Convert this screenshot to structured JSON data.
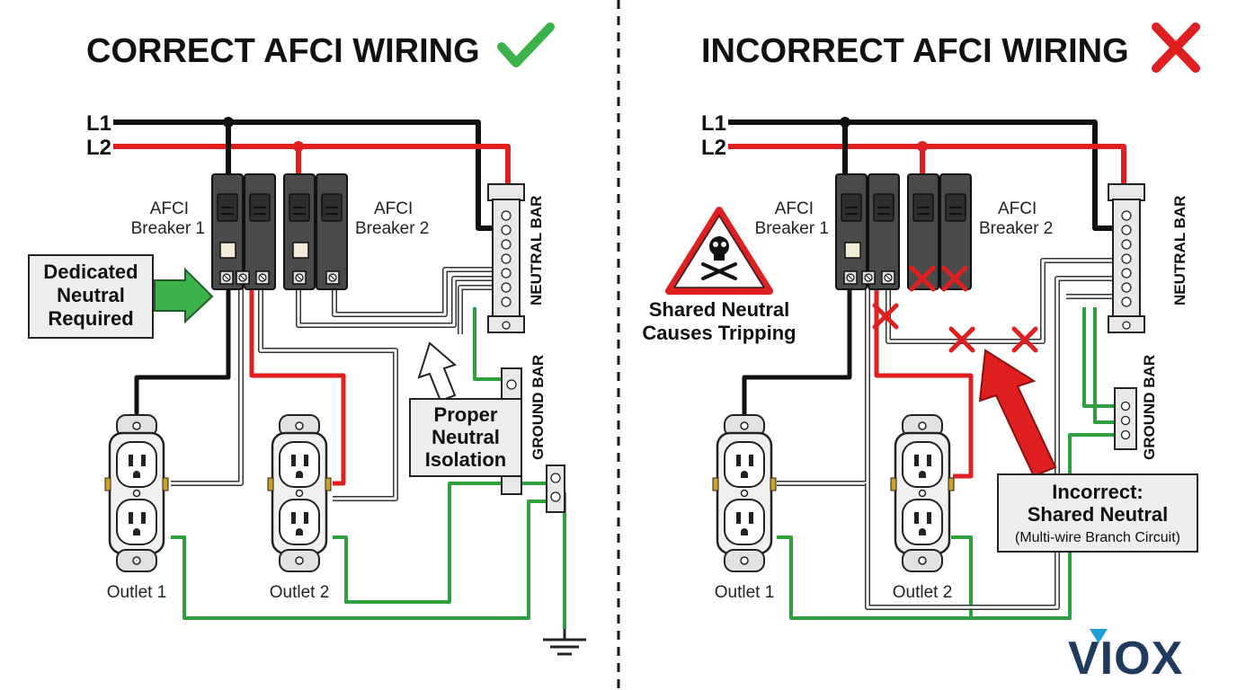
{
  "left": {
    "title": "CORRECT AFCI WIRING",
    "bus_l1": "L1",
    "bus_l2": "L2",
    "breaker1_line1": "AFCI",
    "breaker1_line2": "Breaker 1",
    "breaker2_line1": "AFCI",
    "breaker2_line2": "Breaker 2",
    "neutral_bar": "NEUTRAL BAR",
    "ground_bar": "GROUND BAR",
    "callout_dedicated": [
      "Dedicated",
      "Neutral",
      "Required"
    ],
    "callout_isolation": [
      "Proper",
      "Neutral",
      "Isolation"
    ],
    "outlet1": "Outlet 1",
    "outlet2": "Outlet 2"
  },
  "right": {
    "title": "INCORRECT AFCI WIRING",
    "bus_l1": "L1",
    "bus_l2": "L2",
    "breaker1_line1": "AFCI",
    "breaker1_line2": "Breaker 1",
    "breaker2_line1": "AFCI",
    "breaker2_line2": "Breaker 2",
    "neutral_bar": "NEUTRAL BAR",
    "ground_bar": "GROUND BAR",
    "warning": [
      "Shared Neutral",
      "Causes Tripping"
    ],
    "callout_incorrect": [
      "Incorrect:",
      "Shared Neutral"
    ],
    "callout_incorrect_sub": "(Multi-wire Branch Circuit)",
    "outlet1": "Outlet 1",
    "outlet2": "Outlet 2"
  },
  "logo": "VIOX",
  "colors": {
    "hot_black": "#111111",
    "hot_red": "#e02020",
    "ground_green": "#2e9e3e",
    "arrow_green": "#3cb34a",
    "error_red": "#e02020",
    "check_green": "#3cb34a",
    "logo_blue": "#1e3a5f"
  }
}
